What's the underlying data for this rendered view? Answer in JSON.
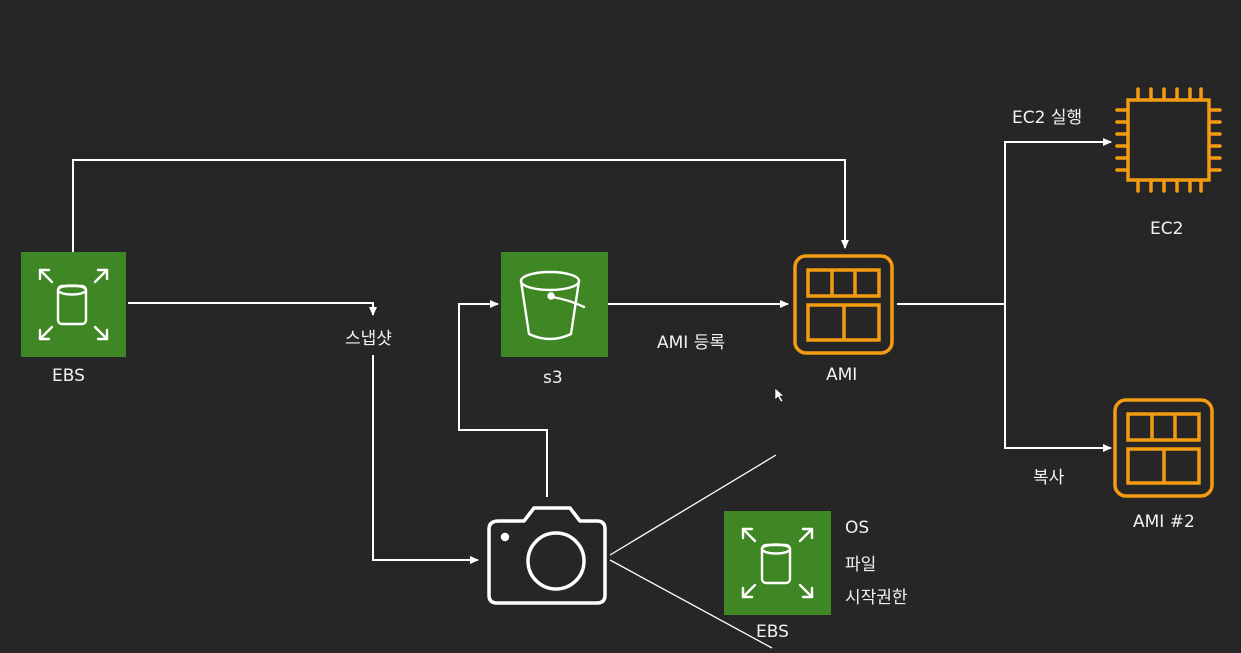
{
  "nodes": {
    "ebs_source": {
      "label": "EBS",
      "color": "#3f8624"
    },
    "snapshot": {
      "label": "스냅샷"
    },
    "s3": {
      "label": "s3",
      "color": "#3f8624"
    },
    "ami": {
      "label": "AMI",
      "color": "#f39c12"
    },
    "ec2": {
      "label": "EC2",
      "color": "#f39c12"
    },
    "ami2": {
      "label": "AMI #2",
      "color": "#f39c12"
    },
    "snapshot_ebs": {
      "label": "EBS",
      "color": "#3f8624"
    }
  },
  "edges": {
    "register_ami": "AMI 등록",
    "run_ec2": "EC2 실행",
    "copy": "복사"
  },
  "snapshot_contents": [
    "OS",
    "파일",
    "시작권한"
  ],
  "colors": {
    "background": "#262626",
    "line": "#ffffff",
    "text": "#f2f2f2"
  }
}
